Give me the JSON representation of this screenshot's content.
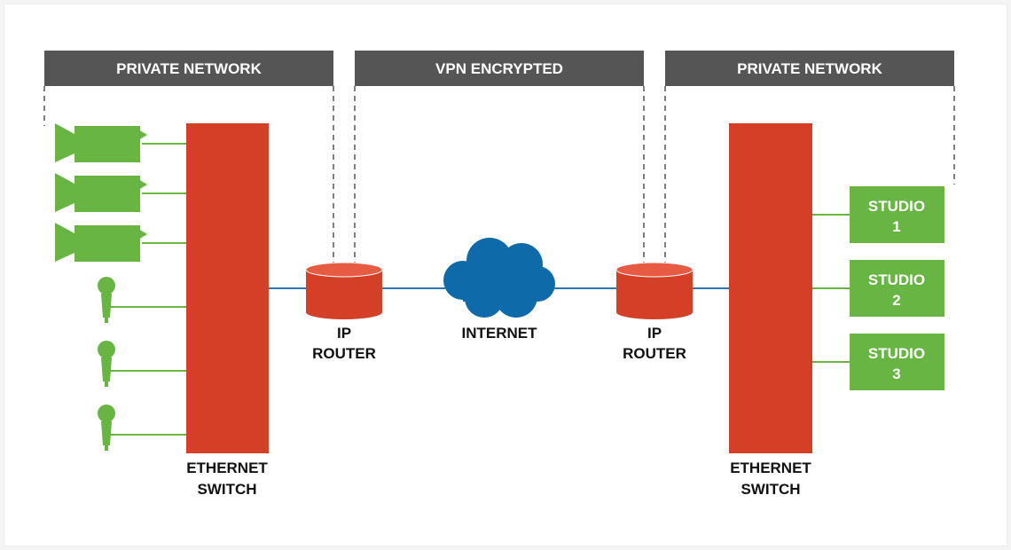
{
  "headers": [
    {
      "label": "PRIVATE NETWORK"
    },
    {
      "label": "VPN ENCRYPTED"
    },
    {
      "label": "PRIVATE NETWORK"
    }
  ],
  "labels": {
    "left_router": [
      "IP",
      "ROUTER"
    ],
    "right_router": [
      "IP",
      "ROUTER"
    ],
    "internet": "INTERNET",
    "left_switch": [
      "ETHERNET",
      "SWITCH"
    ],
    "right_switch": [
      "ETHERNET",
      "SWITCH"
    ]
  },
  "studios": [
    {
      "line1": "STUDIO",
      "line2": "1"
    },
    {
      "line1": "STUDIO",
      "line2": "2"
    },
    {
      "line1": "STUDIO",
      "line2": "3"
    }
  ],
  "devices": {
    "cameras": 3,
    "microphones": 3
  },
  "colors": {
    "header_bg": "#555555",
    "switch_red": "#d33f27",
    "router_red": "#d33f27",
    "cloud_blue": "#0e6aa8",
    "device_green": "#68b544",
    "link_blue": "#2e75b6",
    "dash": "#555555"
  },
  "icons": {
    "camera": "video-camera-icon",
    "microphone": "microphone-icon",
    "cloud": "cloud-icon",
    "router": "router-cylinder-icon"
  }
}
